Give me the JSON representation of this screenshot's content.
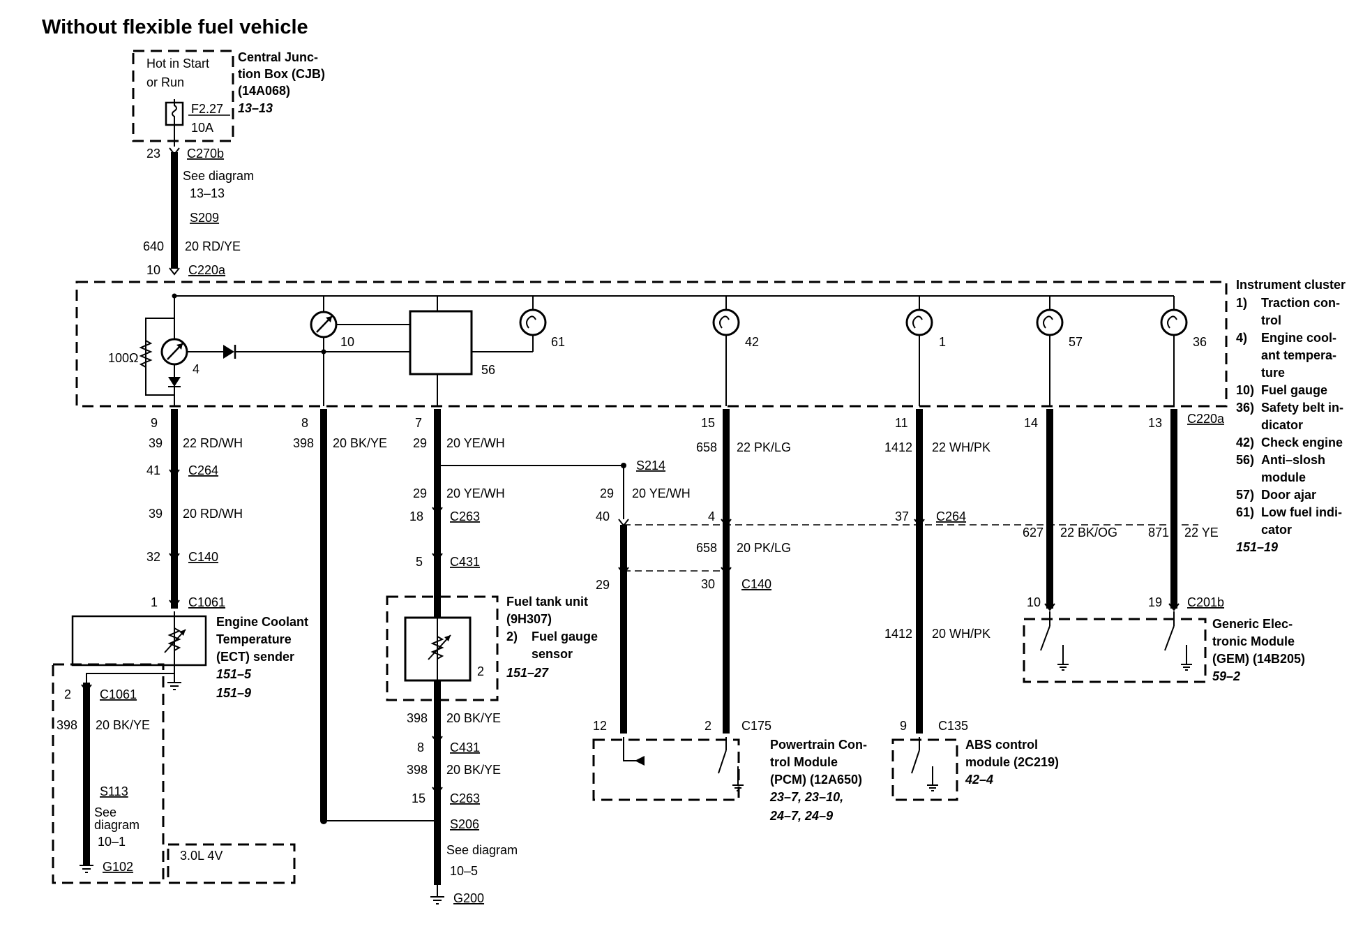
{
  "title": "Without flexible fuel vehicle",
  "cjb": {
    "hot": [
      "Hot in Start",
      "or Run"
    ],
    "fuse": "F2.27",
    "amps": "10A",
    "label": [
      "Central Junc-",
      "tion Box (CJB)",
      "(14A068)"
    ],
    "ref": "13–13"
  },
  "main": {
    "pin23": "23",
    "c270b": "C270b",
    "see": "See diagram",
    "see_ref": "13–13",
    "s209": "S209",
    "w640": "640",
    "g640": "20 RD/YE",
    "pin10": "10",
    "c220a": "C220a"
  },
  "cluster": {
    "resistor": "100Ω",
    "n4": "4",
    "n10": "10",
    "n56": "56",
    "n61": "61",
    "n42": "42",
    "n1": "1",
    "n57": "57",
    "n36": "36",
    "heading": "Instrument cluster",
    "legend": [
      {
        "num": "1)",
        "lines": [
          "Traction con-",
          "trol"
        ]
      },
      {
        "num": "4)",
        "lines": [
          "Engine cool-",
          "ant tempera-",
          "ture"
        ]
      },
      {
        "num": "10)",
        "lines": [
          "Fuel gauge"
        ]
      },
      {
        "num": "36)",
        "lines": [
          "Safety belt in-",
          "dicator"
        ]
      },
      {
        "num": "42)",
        "lines": [
          "Check engine"
        ]
      },
      {
        "num": "56)",
        "lines": [
          "Anti–slosh",
          "module"
        ]
      },
      {
        "num": "57)",
        "lines": [
          "Door ajar"
        ]
      },
      {
        "num": "61)",
        "lines": [
          "Low fuel indi-",
          "cator"
        ]
      }
    ],
    "ref": "151–19"
  },
  "ect": {
    "p9": "9",
    "w39": "39",
    "g39": "22 RD/WH",
    "p41": "41",
    "c264": "C264",
    "w39b": "39",
    "g39b": "20 RD/WH",
    "p32": "32",
    "c140": "C140",
    "p1": "1",
    "c1061": "C1061",
    "label": [
      "Engine Coolant",
      "Temperature",
      "(ECT) sender"
    ],
    "ref1": "151–5",
    "ref2": "151–9",
    "p2": "2",
    "c1061b": "C1061",
    "w398": "398",
    "g398": "20 BK/YE",
    "s113": "S113",
    "see": [
      "See",
      "diagram"
    ],
    "see_ref": "10–1",
    "g102": "G102",
    "engine": "3.0L 4V"
  },
  "gaugeret": {
    "p8": "8",
    "w398": "398",
    "g398": "20 BK/YE"
  },
  "fuel": {
    "p7": "7",
    "w29": "29",
    "g29": "20 YE/WH",
    "w29b": "29",
    "g29b": "20 YE/WH",
    "p18": "18",
    "c263": "C263",
    "p5": "5",
    "c431": "C431",
    "label": [
      "Fuel tank unit",
      "(9H307)"
    ],
    "sub_num": "2)",
    "sub": [
      "Fuel gauge",
      "sensor"
    ],
    "ref": "151–27",
    "pin2": "2",
    "w398": "398",
    "g398": "20 BK/YE",
    "p8": "8",
    "c431b": "C431",
    "w398b": "398",
    "g398b": "20 BK/YE",
    "p15": "15",
    "c263b": "C263",
    "s206": "S206",
    "see": "See diagram",
    "see_ref": "10–5",
    "g200": "G200"
  },
  "pcm_branch": {
    "s214": "S214",
    "w29": "29",
    "g29": "20 YE/WH",
    "p40": "40",
    "p29": "29",
    "p12": "12"
  },
  "ce": {
    "p15": "15",
    "w658": "658",
    "g658": "22 PK/LG",
    "p4": "4",
    "w658b": "658",
    "g658b": "20 PK/LG",
    "p30": "30",
    "c140": "C140",
    "p2": "2",
    "c175": "C175"
  },
  "pcm": {
    "label": [
      "Powertrain Con-",
      "trol Module",
      "(PCM) (12A650)"
    ],
    "refs": [
      "23–7, 23–10,",
      "24–7, 24–9"
    ]
  },
  "tc": {
    "p11": "11",
    "w1412": "1412",
    "g1412": "22 WH/PK",
    "p37": "37",
    "c264": "C264",
    "w1412b": "1412",
    "g1412b": "20 WH/PK",
    "p9": "9",
    "c135": "C135"
  },
  "abs": {
    "label": [
      "ABS control",
      "module (2C219)"
    ],
    "ref": "42–4"
  },
  "gemwires": {
    "p14": "14",
    "p13": "13",
    "c220a": "C220a",
    "w627": "627",
    "g627": "22 BK/OG",
    "w871": "871",
    "g871": "22 YE",
    "p10": "10",
    "p19": "19",
    "c201b": "C201b"
  },
  "gem": {
    "label": [
      "Generic Elec-",
      "tronic Module",
      "(GEM) (14B205)"
    ],
    "ref": "59–2"
  }
}
